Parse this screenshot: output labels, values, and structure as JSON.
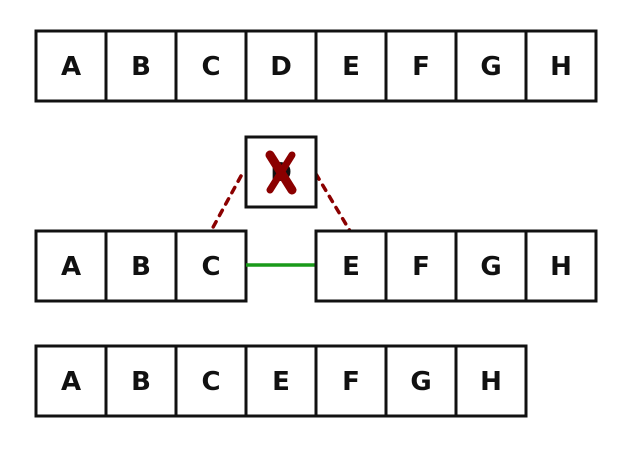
{
  "colors": {
    "box_border": "#111111",
    "deleted_x": "#8b0000",
    "removed_link": "#8b0000",
    "new_link": "#1a9a1a"
  },
  "rows": {
    "original": [
      "A",
      "B",
      "C",
      "D",
      "E",
      "F",
      "G",
      "H"
    ],
    "left_part": [
      "A",
      "B",
      "C"
    ],
    "removed": "D",
    "right_part": [
      "E",
      "F",
      "G",
      "H"
    ],
    "result": [
      "A",
      "B",
      "C",
      "E",
      "F",
      "G",
      "H"
    ]
  }
}
